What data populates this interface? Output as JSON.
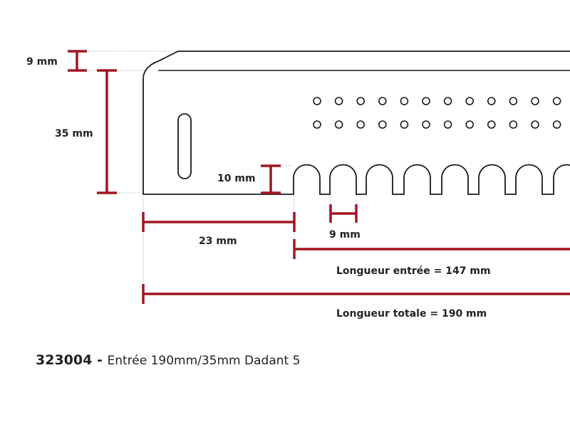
{
  "colors": {
    "dimension": "#a01521",
    "outline": "#1a1a1a",
    "text": "#222222"
  },
  "dimensions": {
    "top_thickness": "9 mm",
    "height": "35 mm",
    "notch_height": "10 mm",
    "notch_width": "9 mm",
    "offset": "23 mm",
    "entry_length": "Longueur entrée  = 147 mm",
    "total_length": "Longueur totale  = 190 mm"
  },
  "caption": {
    "code": "323004",
    "separator": " - ",
    "description": "Entrée 190mm/35mm Dadant 5"
  }
}
